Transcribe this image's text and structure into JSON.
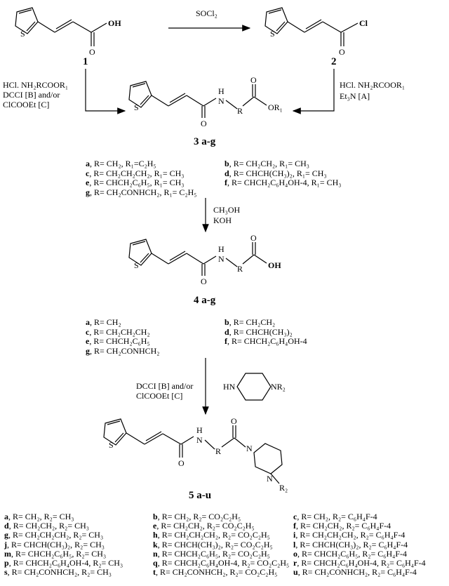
{
  "reagents": {
    "socl2": "SOCl₂",
    "hcl_amino_ester_left": "HCl. NH₂RCOOR₁",
    "dcci_b": "DCCI [B] and/or",
    "clcooet_c": "ClCOOEt [C]",
    "hcl_amino_ester_right": "HCl. NH₂RCOOR₁",
    "et3n_a": "Et₃N [A]",
    "ch3oh": "CH₃OH",
    "koh": "KOH",
    "dcci_b_2": "DCCI [B] and/or",
    "clcooet_c_2": "ClCOOEt [C]"
  },
  "atoms": {
    "s": "S",
    "oh": "OH",
    "o": "O",
    "cl": "Cl",
    "h": "H",
    "n": "N",
    "r": "R",
    "or1": "OR₁",
    "nh": "HN",
    "nr2": "NR₂",
    "r2": "R₂"
  },
  "compounds": {
    "c1": "1",
    "c2": "2",
    "c3": "3 a-g",
    "c4": "4 a-g",
    "c5": "5 a-u"
  },
  "substituents_3": [
    {
      "letter": "a",
      "text": ", R= CH₂, R₁=C₂H₅"
    },
    {
      "letter": "b",
      "text": ", R= CH₂CH₂, R₁= CH₃"
    },
    {
      "letter": "c",
      "text": ", R= CH₂CH₂CH₂, R₁= CH₃"
    },
    {
      "letter": "d",
      "text": ", R= CHCH(CH₃)₂, R₁= CH₃"
    },
    {
      "letter": "e",
      "text": ", R= CHCH₂C₆H₅, R₁= CH₃"
    },
    {
      "letter": "f",
      "text": ", R= CHCH₂C₆H₄OH-4, R₁= CH₃"
    },
    {
      "letter": "g",
      "text": ", R= CH₂CONHCH₂, R₁= C₂H₅"
    }
  ],
  "substituents_4": [
    {
      "letter": "a",
      "text": ", R= CH₂"
    },
    {
      "letter": "b",
      "text": ", R= CH₂CH₂"
    },
    {
      "letter": "c",
      "text": ", R= CH₂CH₂CH₂"
    },
    {
      "letter": "d",
      "text": ", R= CHCH(CH₃)₂"
    },
    {
      "letter": "e",
      "text": ", R= CHCH₂C₆H₅"
    },
    {
      "letter": "f",
      "text": ", R= CHCH₂C₆H₄OH-4"
    },
    {
      "letter": "g",
      "text": ", R= CH₂CONHCH₂"
    }
  ],
  "substituents_5": [
    {
      "letter": "a",
      "text": ", R= CH₂, R₂= CH₃"
    },
    {
      "letter": "b",
      "text": ", R= CH₂, R₂= CO₂C₂H₅"
    },
    {
      "letter": "c",
      "text": ", R= CH₂, R₂= C₆H₄F-4"
    },
    {
      "letter": "d",
      "text": ", R= CH₂CH₂, R₂= CH₃"
    },
    {
      "letter": "e",
      "text": ", R= CH₂CH₂, R₂= CO₂C₂H₅"
    },
    {
      "letter": "f",
      "text": ", R= CH₂CH₂, R₂= C₆H₄F-4"
    },
    {
      "letter": "g",
      "text": ", R= CH₂CH₂CH₂, R₂= CH₃"
    },
    {
      "letter": "h",
      "text": ", R= CH₂CH₂CH₂, R₂= CO₂C₂H₅"
    },
    {
      "letter": "i",
      "text": ", R= CH₂CH₂CH₂, R₂= C₆H₄F-4"
    },
    {
      "letter": "j",
      "text": ", R= CHCH(CH₃)₂, R₂= CH₃"
    },
    {
      "letter": "k",
      "text": ", R= CHCH(CH₃)₂, R₂= CO₂C₂H₅"
    },
    {
      "letter": "l",
      "text": ", R= CHCH(CH₃)₂, R₂= C₆H₄F-4"
    },
    {
      "letter": "m",
      "text": ", R= CHCH₂C₆H₅, R₂= CH₃"
    },
    {
      "letter": "n",
      "text": ", R= CHCH₂C₆H₅, R₂= CO₂C₂H₅"
    },
    {
      "letter": "o",
      "text": ", R= CHCH₂C₆H₅, R₂= C₆H₄F-4"
    },
    {
      "letter": "p",
      "text": ", R= CHCH₂C₆H₄OH-4, R₂= CH₃"
    },
    {
      "letter": "q",
      "text": ", R= CHCH₂C₆H₄OH-4, R₂= CO₂C₂H₅"
    },
    {
      "letter": "r",
      "text": ", R= CHCH₂C₆H₄OH-4, R₂= C₆H₄F-4"
    },
    {
      "letter": "s",
      "text": ", R= CH₂CONHCH₂, R₂= CH₃"
    },
    {
      "letter": "t",
      "text": ", R= CH₂CONHCH₂, R₂= CO₂C₂H₅"
    },
    {
      "letter": "u",
      "text": ", R= CH₂CONHCH₂, R₂= C₆H₄F-4"
    }
  ]
}
